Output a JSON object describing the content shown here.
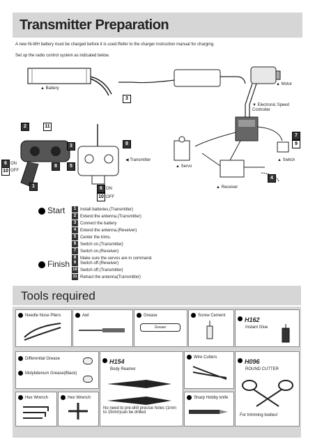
{
  "section1": {
    "title": "Transmitter Preparation"
  },
  "intro": {
    "line1": "A new Ni-MH battery must be charged before it is used.Refer to the charger instruction manual for charging.",
    "line2": "Set up the radio control system as indicated below."
  },
  "diagram": {
    "battery": "Battery",
    "motor": "Motor",
    "esc": "Electronic Speed Controller",
    "transmitter": "Transmitter",
    "servo": "Servo",
    "switch": "Switch",
    "receiver": "Receiver",
    "on": "ON",
    "off": "OFF",
    "markers": {
      "m1": "1",
      "m2": "2",
      "m3": "3",
      "m4": "4",
      "m5": "5",
      "m6": "6",
      "m7": "7",
      "m8": "8",
      "m9": "9",
      "m10": "10",
      "m11": "11"
    }
  },
  "start": {
    "label": "Start",
    "steps": [
      {
        "n": "1",
        "text": "Install batteries.(Transmitter)"
      },
      {
        "n": "2",
        "text": "Extend the antenna.(Transmitter)"
      },
      {
        "n": "3",
        "text": "Connect the battery"
      },
      {
        "n": "4",
        "text": "Extend the antenna.(Reveiver)"
      },
      {
        "n": "5",
        "text": "Center the trims."
      },
      {
        "n": "6",
        "text": "Switch on.(Transmitter)"
      },
      {
        "n": "7",
        "text": "Switch on.(Reveiver)"
      },
      {
        "n": "8",
        "text": "Make sure the servos are in command."
      }
    ]
  },
  "finish": {
    "label": "Finish",
    "steps": [
      {
        "n": "9",
        "text": "Switch off.(Reveiver)"
      },
      {
        "n": "10",
        "text": "Switch off.(Transmitter)"
      },
      {
        "n": "11",
        "text": "Retract the antenna(Transmitter)"
      }
    ]
  },
  "section2": {
    "title": "Tools required"
  },
  "tools": {
    "needle_pliers": "Needle Nose Pliers",
    "awl": "Awl",
    "grease": "Grease",
    "grease_tube": "Grease",
    "screw_cement": "Screw Cement",
    "h162_code": "H162",
    "h162_name": "Instant Glue",
    "diff_grease": "Differential Grease",
    "moly_grease": "Molybdenum Grease(Black)",
    "h154_code": "H154",
    "h154_name": "Body Reamer",
    "h154_note": "No need to pre-drill precise holes (1mm to 15mm)can be drilled",
    "wire_cutters": "Wire Cutters",
    "hobby_knife": "Sharp Hobby knife",
    "h096_code": "H096",
    "h096_name": "ROUND CUTTER",
    "h096_note": "For trimming bodies!",
    "hex1": "Hex Wrench",
    "hex2": "Hex Wrench"
  }
}
